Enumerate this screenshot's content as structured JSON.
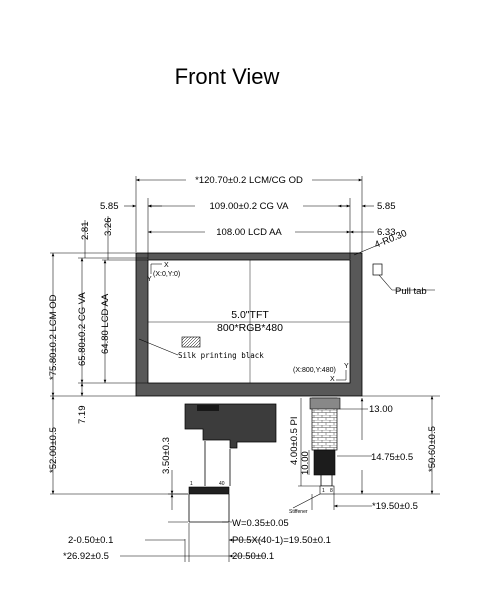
{
  "title": "Front View",
  "dims": {
    "lcm_od_width": "*120.70±0.2 LCM/CG OD",
    "left_border": "5.85",
    "cg_va_width": "109.00±0.2 CG VA",
    "right_border": "5.85",
    "lcd_aa_width": "108.00 LCD AA",
    "right_aa_offset": "6.33",
    "corner_radius": "4-R0.30",
    "top_offset_1": "2.81",
    "top_offset_2": "3.26",
    "lcm_od_height": "*75.80±0.2 LCM OD",
    "cg_va_height": "65.80±0.2 CG VA",
    "lcd_aa_height": "64.80 LCD AA",
    "bottom_border": "7.19",
    "fpc_total_height": "*52.00±0.5",
    "fpc_tail_height": "3.50±0.3",
    "pi_height": "4.00±0.5 PI",
    "stiffener_height": "10.00",
    "right_13": "13.00",
    "right_1475": "14.75±0.5",
    "right_5060": "*50.60±0.5",
    "right_1950": "*19.50±0.5",
    "pin_width": "W=0.35±0.05",
    "pin_pitch": "P0.5X(40-1)=19.50±0.1",
    "pin_offset": "2-0.50±0.1",
    "fpc_width": "20.50±0.1",
    "fpc_offset": "*26.92±0.5"
  },
  "labels": {
    "pull_tab": "Pull tab",
    "origin_label": "(X:0,Y:0)",
    "end_label": "(X:800,Y:480)",
    "axis_x": "X",
    "axis_y": "Y",
    "center_line1": "5.0\"TFT",
    "center_line2": "800*RGB*480",
    "silk": "Silk printing black",
    "stiffener": "Stiffener",
    "pin1": "1",
    "pin40": "40",
    "fpc_pin1": "1",
    "fpc_pin8": "8"
  }
}
